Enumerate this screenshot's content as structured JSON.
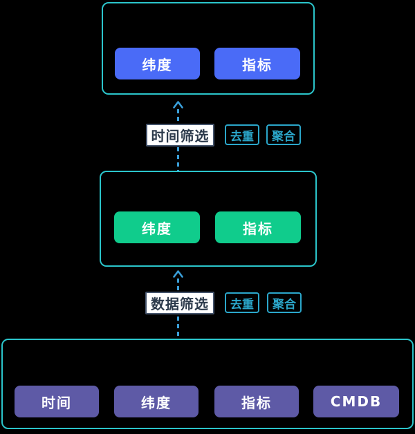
{
  "colors": {
    "background": "#000000",
    "box_border": "#2BC5CB",
    "blue": "#4A6BF7",
    "green": "#10CC8C",
    "purple": "#5E5AA6",
    "chip_text": "#FFFFFF",
    "arrow": "#3A9FD9",
    "filter_bg": "#FFFFFF",
    "filter_border": "#44536B",
    "filter_text": "#2C3A4B",
    "tag": "#2BA7CB"
  },
  "layers": {
    "result": {
      "chips": [
        {
          "label": "纬度"
        },
        {
          "label": "指标"
        }
      ]
    },
    "compute": {
      "chips": [
        {
          "label": "纬度"
        },
        {
          "label": "指标"
        }
      ]
    },
    "source": {
      "chips": [
        {
          "label": "时间"
        },
        {
          "label": "纬度"
        },
        {
          "label": "指标"
        },
        {
          "label": "CMDB"
        }
      ]
    }
  },
  "connectors": [
    {
      "label": "时间筛选",
      "tags": [
        "去重",
        "聚合"
      ]
    },
    {
      "label": "数据筛选",
      "tags": [
        "去重",
        "聚合"
      ]
    }
  ]
}
